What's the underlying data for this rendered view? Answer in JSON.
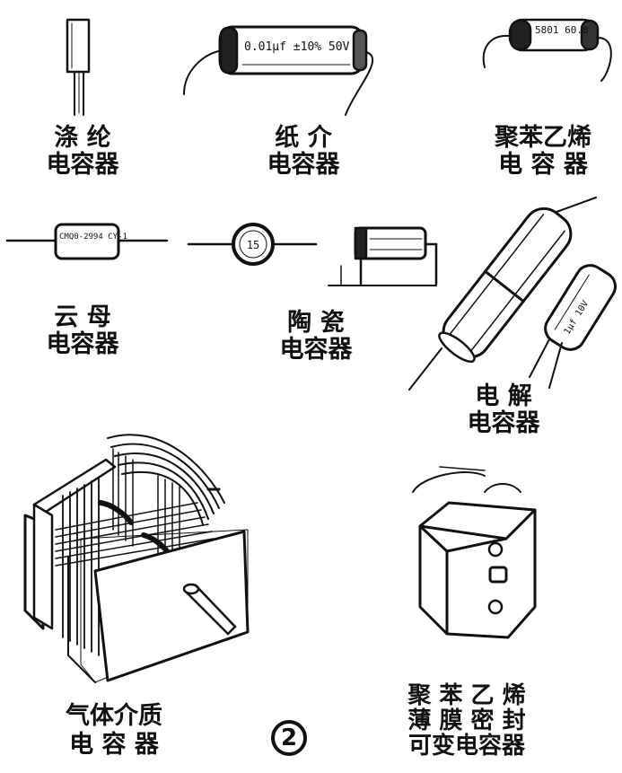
{
  "figure_number": "2",
  "components": [
    {
      "id": "glaze",
      "line1": "涤 纶",
      "line2": "电容器"
    },
    {
      "id": "paper",
      "line1": "纸 介",
      "line2": "电容器",
      "marking": "0.01μf ±10%  50V"
    },
    {
      "id": "polystyrene",
      "line1": "聚苯乙烯",
      "line2": "电 容 器",
      "marking": "5801 60.8"
    },
    {
      "id": "mica",
      "line1": "云 母",
      "line2": "电容器",
      "marking": "CMQ0-2994 CY-1"
    },
    {
      "id": "ceramic",
      "line1": "陶 瓷",
      "line2": "电容器",
      "marking": "15"
    },
    {
      "id": "electrolytic",
      "line1": "电 解",
      "line2": "电容器",
      "marking": "1μf 10V"
    },
    {
      "id": "air",
      "line1": "气体介质",
      "line2": "电 容 器"
    },
    {
      "id": "film-variable",
      "line1": "聚 苯 乙 烯",
      "line2": "薄 膜 密 封",
      "line3": "可变电容器"
    }
  ]
}
